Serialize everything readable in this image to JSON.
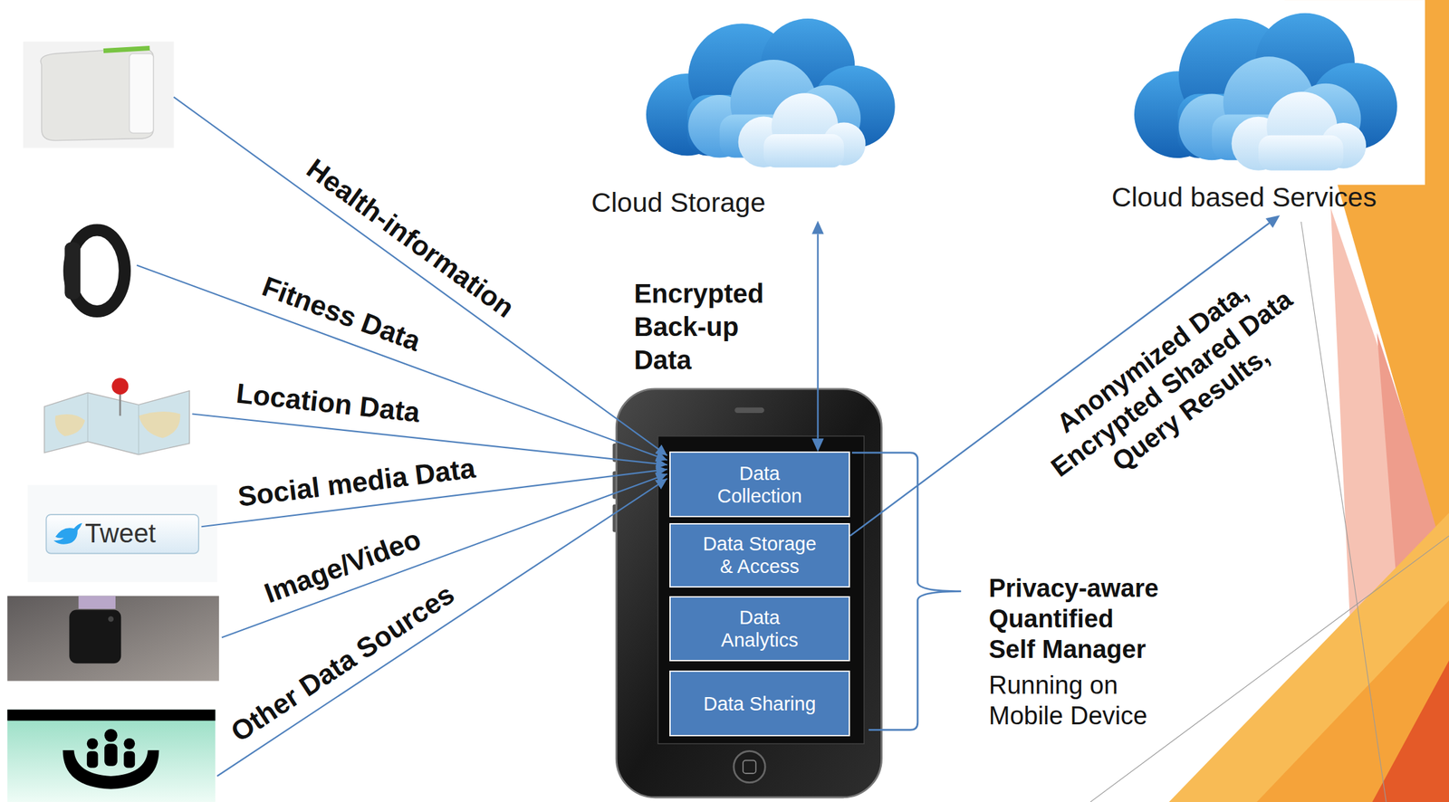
{
  "diagram": {
    "nodes": [
      {
        "text": [
          "Cloud Storage"
        ]
      },
      {
        "text": [
          "Cloud based Services"
        ]
      },
      {
        "text": [
          "Data Collection"
        ]
      },
      {
        "text": [
          "Data Storage & Access"
        ]
      },
      {
        "text": [
          "Data Analytics"
        ]
      },
      {
        "text": [
          "Data Sharing"
        ]
      }
    ],
    "edges": [
      {
        "from": 0,
        "to": 2,
        "arrow": "both",
        "label": "Encrypted Back-up Data"
      },
      {
        "from": 3,
        "to": 1,
        "arrow": "to",
        "label": "Anonymized Data, Encrypted Shared Data Query Results,"
      }
    ],
    "labels": [
      "Health-information",
      "Fitness Data",
      "Location Data",
      "Social media Data",
      "Image/Video",
      "Other Data Sources",
      "Tweet",
      "Privacy-aware Quantified Self Manager",
      "Running on Mobile Device"
    ]
  }
}
